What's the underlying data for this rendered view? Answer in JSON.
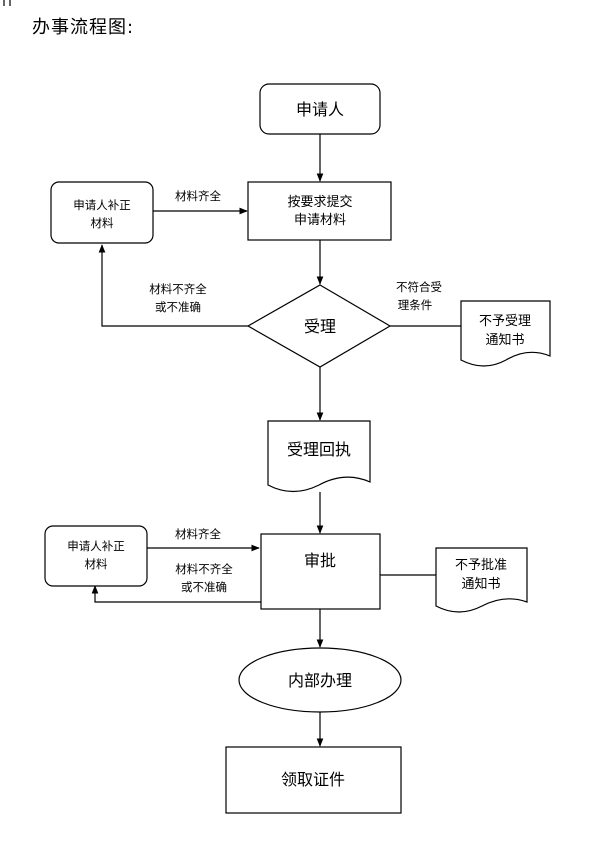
{
  "title": "办事流程图:",
  "nodes": {
    "applicant": "申请人",
    "submit": [
      "按要求提交",
      "申请材料"
    ],
    "supplement1": [
      "申请人补正",
      "材料"
    ],
    "accept": "受理",
    "not_accept_notice": [
      "不予受理",
      "通知书"
    ],
    "receipt": "受理回执",
    "supplement2": [
      "申请人补正",
      "材料"
    ],
    "approve": "审批",
    "not_approve_notice": [
      "不予批准",
      "通知书"
    ],
    "internal": "内部办理",
    "collect": "领取证件"
  },
  "edges": {
    "complete1": "材料齐全",
    "incomplete1": [
      "材料不齐全",
      "或不准确"
    ],
    "not_meet": [
      "不符合受",
      "理条件"
    ],
    "complete2": "材料齐全",
    "incomplete2": [
      "材料不齐全",
      "或不准确"
    ]
  }
}
